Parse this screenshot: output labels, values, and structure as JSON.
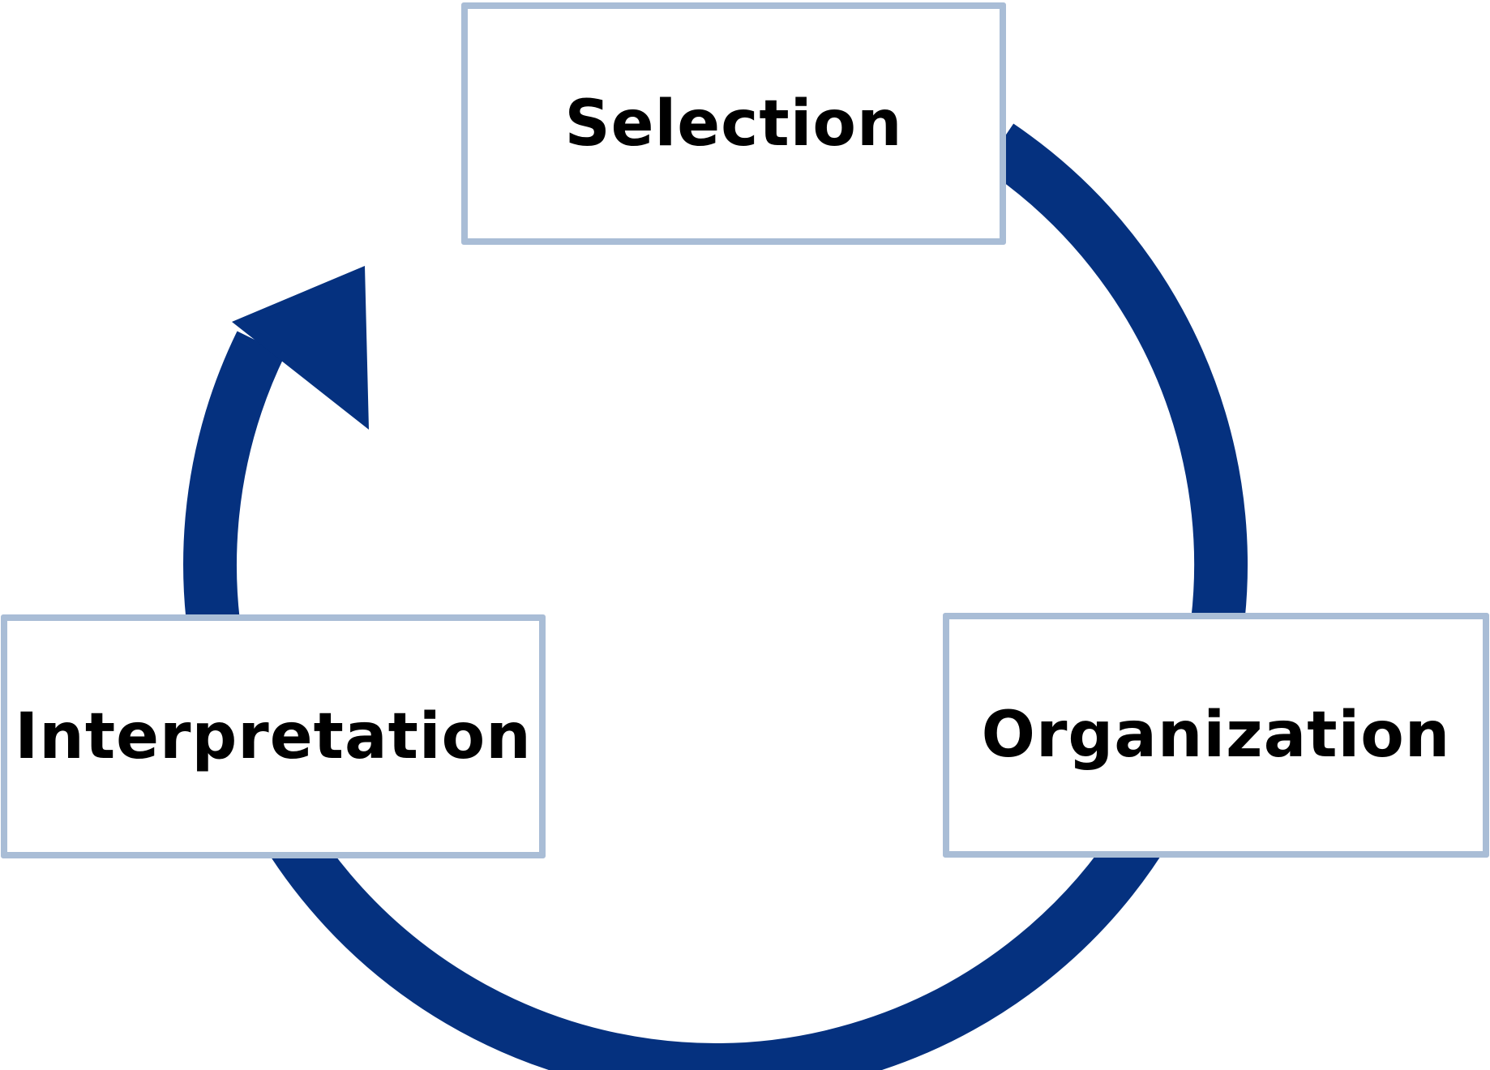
{
  "colors": {
    "arrow": "#05317f",
    "box_border": "#a9bdd6",
    "box_fill": "#ffffff",
    "label_text": "#000000"
  },
  "stages": [
    {
      "id": "selection",
      "label": "Selection"
    },
    {
      "id": "organization",
      "label": "Organization"
    },
    {
      "id": "interpretation",
      "label": "Interpretation"
    }
  ],
  "cycle": {
    "direction": "clockwise",
    "order": [
      "Selection",
      "Organization",
      "Interpretation"
    ]
  }
}
